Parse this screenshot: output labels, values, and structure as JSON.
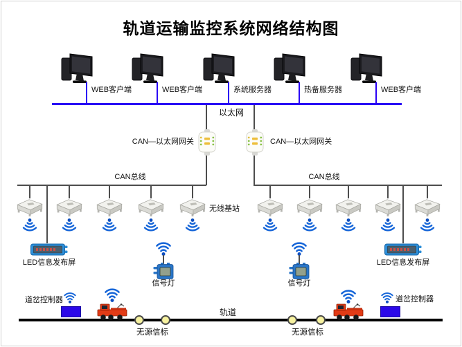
{
  "title": "轨道运输监控系统网络结构图",
  "computers": [
    {
      "label": "WEB客户端"
    },
    {
      "label": "WEB客户端"
    },
    {
      "label": "系统服务器"
    },
    {
      "label": "热备服务器"
    },
    {
      "label": "WEB客户端"
    }
  ],
  "ethernet_label": "以太网",
  "gateway": {
    "left": "CAN—以太网网关",
    "right": "CAN—以太网网关"
  },
  "can_bus": {
    "left": "CAN总线",
    "right": "CAN总线"
  },
  "wireless_base_station_label": "无线基站",
  "led_screen": {
    "left": "LED信息发布屏",
    "right": "LED信息发布屏"
  },
  "signal_light": {
    "left": "信号灯",
    "right": "信号灯"
  },
  "switch_controller": {
    "left": "道岔控制器",
    "right": "道岔控制器"
  },
  "track_label": "轨道",
  "passive_beacon": {
    "left": "无源信标",
    "right": "无源信标"
  },
  "colors": {
    "ethernet": "#2a00f5",
    "can_line": "#4d4d4d",
    "track": "#000000",
    "beacon_fill": "#f7f2a0",
    "wifi_blue": "#1565d8",
    "device_blue": "#2a76c8",
    "controller_blue": "#2b08e8",
    "loco_red": "#e23b16"
  }
}
